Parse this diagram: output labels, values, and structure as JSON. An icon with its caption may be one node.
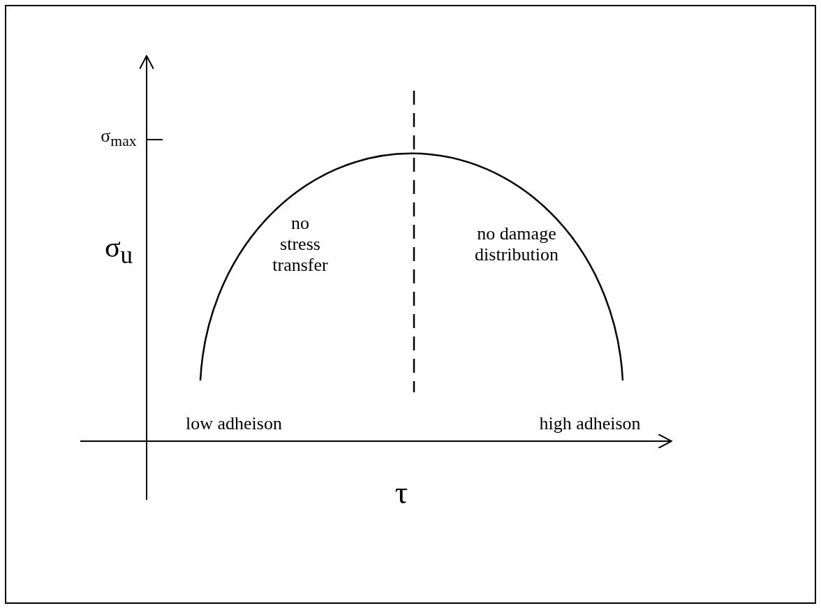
{
  "diagram": {
    "labels": [
      "σ$_{max}$",
      "σ$_{u}$",
      "no stress transfer",
      "no damage distribution",
      "low adheison",
      "high adheison",
      "τ"
    ]
  }
}
